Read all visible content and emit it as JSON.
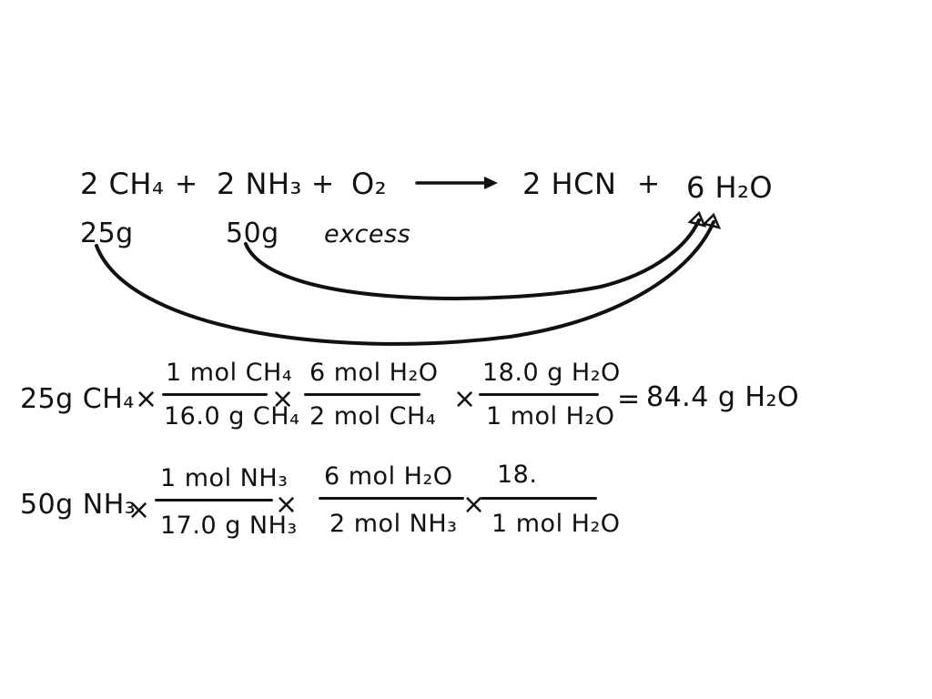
{
  "equation": {
    "r1": "2 CH₄",
    "plus1": "+",
    "r2": "2 NH₃",
    "plus2": "+",
    "r3": "O₂",
    "p1": "2 HCN",
    "plus3": "+",
    "p2": "6 H₂O"
  },
  "amounts": {
    "ch4": "25g",
    "nh3": "50g",
    "o2": "excess"
  },
  "calc1": {
    "start": "25g CH₄",
    "times1": "×",
    "f1_num": "1 mol CH₄",
    "f1_den": "16.0 g CH₄",
    "times2": "×",
    "f2_num": "6 mol H₂O",
    "f2_den": "2 mol CH₄",
    "times3": "×",
    "f3_num": "18.0 g H₂O",
    "f3_den": "1 mol H₂O",
    "equals": "=",
    "result": "84.4 g H₂O"
  },
  "calc2": {
    "start": "50g NH₃",
    "times1": "×",
    "f1_num": "1 mol NH₃",
    "f1_den": "17.0 g NH₃",
    "times2": "×",
    "f2_num": "6 mol H₂O",
    "f2_den": "2 mol NH₃",
    "times3": "×",
    "f3_num": "18.",
    "f3_den": "1 mol H₂O"
  },
  "colors": {
    "ink": "#111111",
    "paper": "#ffffff"
  }
}
